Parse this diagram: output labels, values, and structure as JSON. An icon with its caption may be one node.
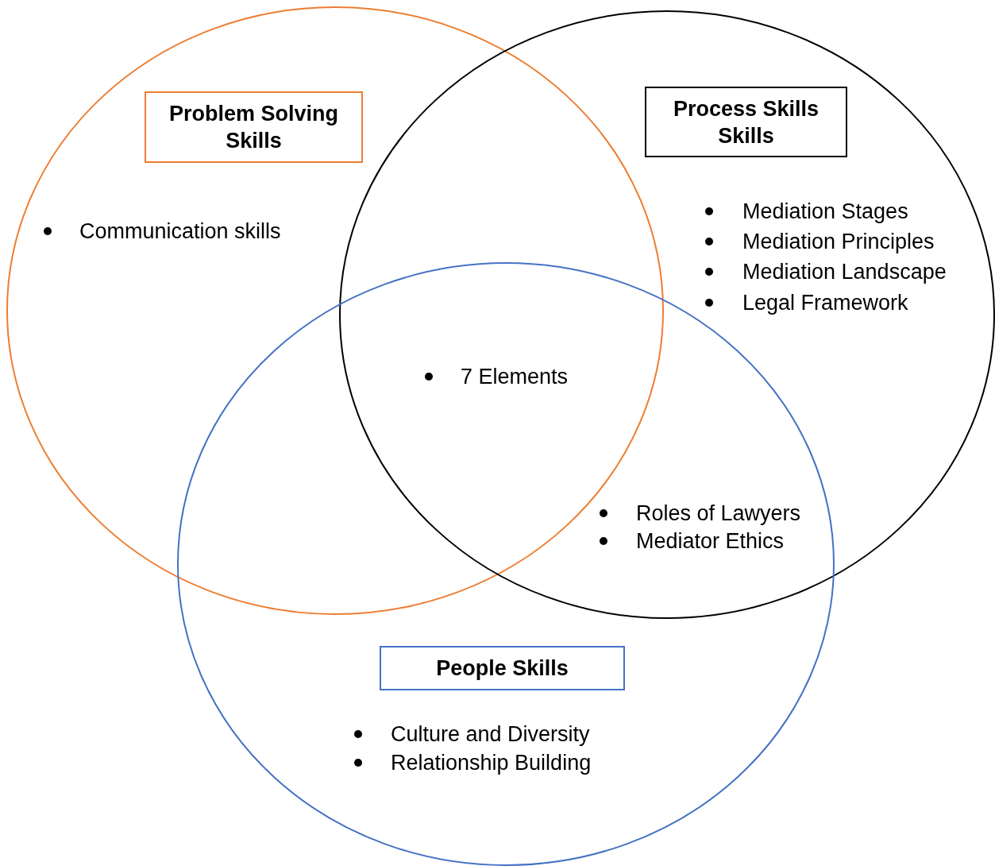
{
  "diagram": {
    "nodes": [
      {
        "text": [
          "Problem Solving Skills"
        ]
      },
      {
        "text": [
          "Process Skills Skills"
        ]
      },
      {
        "text": [
          "People Skills"
        ]
      }
    ],
    "labels": [
      "Communication skills",
      "Mediation Stages",
      "Mediation Principles",
      "Mediation Landscape",
      "Legal Framework",
      "7 Elements",
      "Roles of Lawyers",
      "Mediator Ethics",
      "Culture and Diversity",
      "Relationship Building"
    ]
  }
}
